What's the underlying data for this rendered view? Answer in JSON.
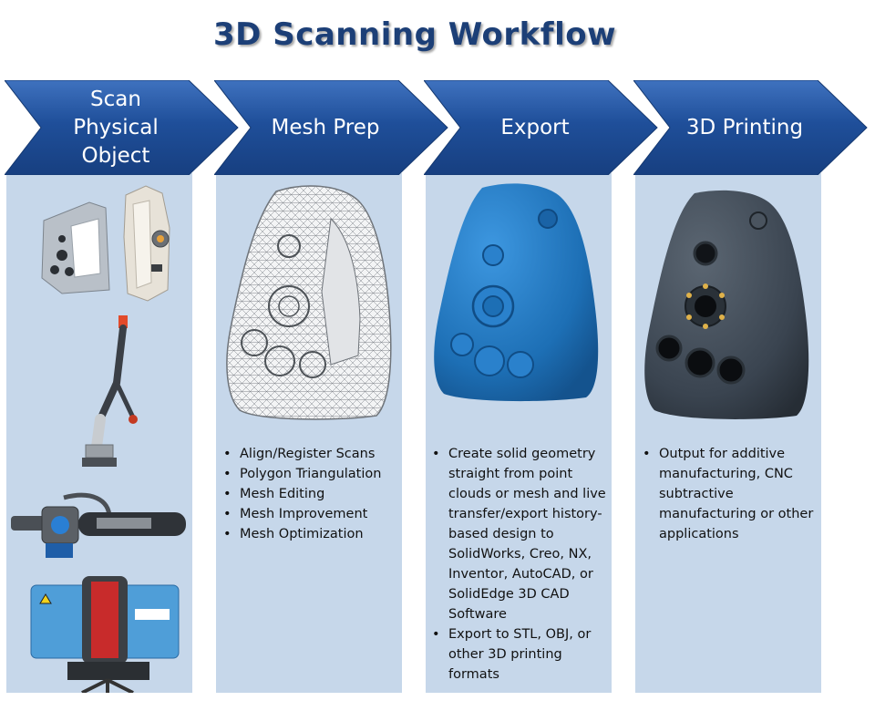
{
  "title": "3D Scanning Workflow",
  "colors": {
    "chevron_blue": "#1f4f9a",
    "column_bg": "#c6d7ea",
    "title_blue": "#1c3f77",
    "export_model": "#1d6fb5",
    "print_model": "#3a4450"
  },
  "steps": [
    {
      "label": "Scan\nPhysical\nObject",
      "bullets": [],
      "icons": [
        "handheld-scanner-icon",
        "portable-arm-icon",
        "laser-scanner-icon",
        "tripod-scanner-icon"
      ]
    },
    {
      "label": "Mesh Prep",
      "bullets": [
        "Align/Register Scans",
        "Polygon Triangulation",
        "Mesh Editing",
        "Mesh Improvement",
        "Mesh Optimization"
      ],
      "icons": [
        "wireframe-mesh-icon"
      ]
    },
    {
      "label": "Export",
      "bullets": [
        "Create solid geometry straight from point clouds or mesh and live transfer/export history-based design to SolidWorks, Creo, NX, Inventor, AutoCAD, or SolidEdge 3D CAD Software",
        "Export to STL, OBJ, or other 3D printing formats"
      ],
      "icons": [
        "solid-model-icon"
      ]
    },
    {
      "label": "3D Printing",
      "bullets": [
        "Output for additive manufacturing, CNC subtractive manufacturing or other applications"
      ],
      "icons": [
        "printed-part-icon"
      ]
    }
  ]
}
